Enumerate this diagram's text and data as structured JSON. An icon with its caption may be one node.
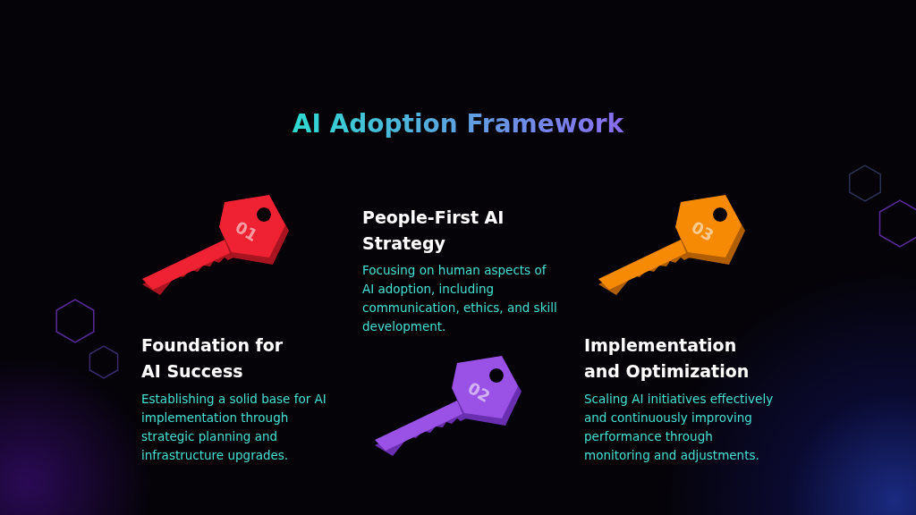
{
  "diagram": {
    "title": "AI Adoption Framework",
    "nodes": [
      {
        "text": [
          "01"
        ],
        "beside": [
          "Foundation for AI Success",
          "Establishing a solid base for AI implementation through strategic planning and infrastructure upgrades."
        ]
      },
      {
        "text": [
          "02"
        ],
        "beside": [
          "People-First AI Strategy",
          "Focusing on human aspects of AI adoption, including communication, ethics, and skill development."
        ]
      },
      {
        "text": [
          "03"
        ],
        "beside": [
          "Implementation and Optimization",
          "Scaling AI initiatives effectively and continuously improving performance through monitoring and adjustments."
        ]
      }
    ]
  }
}
